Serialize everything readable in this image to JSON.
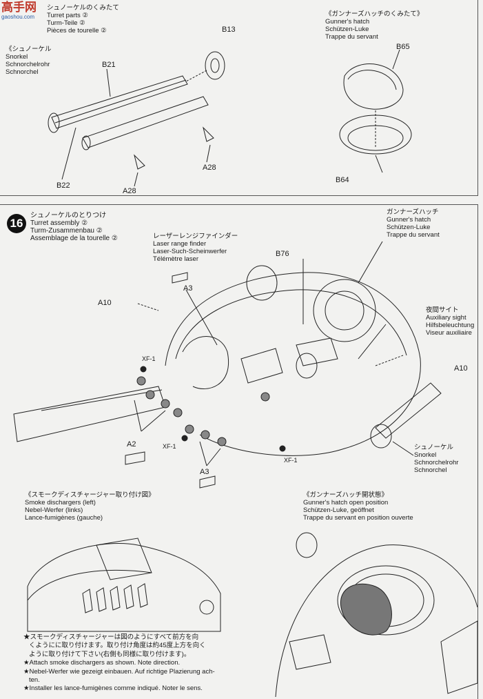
{
  "watermark": {
    "text": "高手网",
    "sub": "gaoshou.com"
  },
  "top_left": {
    "turret_heading": [
      "シュノーケルのくみたて",
      "Turret parts ②",
      "Turm-Teile ②",
      "Pièces de tourelle ②"
    ],
    "snorkel_heading": [
      "《シュノーケル",
      "Snorkel",
      "Schnorchelrohr",
      "Schnorchel"
    ],
    "parts": {
      "b13": "B13",
      "b21": "B21",
      "b22": "B22",
      "a28a": "A28",
      "a28b": "A28"
    }
  },
  "top_right": {
    "heading": [
      "《ガンナーズハッチのくみたて》",
      "Gunner's hatch",
      "Schützen-Luke",
      "Trappe du servant"
    ],
    "parts": {
      "b65": "B65",
      "b64": "B64"
    }
  },
  "step16": {
    "number": "16",
    "heading": [
      "シュノーケルのとりつけ",
      "Turret assembly ②",
      "Turm-Zusammenbau ②",
      "Assemblage de la tourelle ②"
    ],
    "laser": [
      "レーザーレンジファインダー",
      "Laser range finder",
      "Laser-Such-Scheinwerfer",
      "Télémètre laser"
    ],
    "gunner": [
      "ガンナーズハッチ",
      "Gunner's hatch",
      "Schützen-Luke",
      "Trappe du servant"
    ],
    "aux": [
      "夜間サイト",
      "Auxiliary sight",
      "Hilfsbeleuchtung",
      "Viseur auxiliaire"
    ],
    "snorkel": [
      "シュノーケル",
      "Snorkel",
      "Schnorchelrohr",
      "Schnorchel"
    ],
    "parts": {
      "b76": "B76",
      "a3a": "A3",
      "a3b": "A3",
      "a10a": "A10",
      "a10b": "A10",
      "a2": "A2",
      "xf1a": "XF-1",
      "xf1b": "XF-1",
      "xf1c": "XF-1"
    }
  },
  "bottom_left": {
    "heading": [
      "《スモークディスチャージャー取り付け図》",
      "Smoke dischargers (left)",
      "Nebel-Werfer (links)",
      "Lance-fumigènes (gauche)"
    ]
  },
  "bottom_right": {
    "heading": [
      "《ガンナーズハッチ開状態》",
      "Gunner's hatch open position",
      "Schützen-Luke, geöffnet",
      "Trappe du servant en position ouverte"
    ]
  },
  "notes": [
    "★スモークディスチャージャーは図のようにすべて前方を向",
    "くようにに取り付けます。取り付け角度は約45度上方を向く",
    "ように取り付けて下さい(右側も同様に取り付けます)。",
    "★Attach smoke dischargers as shown. Note direction.",
    "★Nebel-Werfer wie gezeigt einbauen. Auf richtige Plazierung ach-",
    "ten.",
    "★Installer les lance-fumigènes comme indiqué. Noter le sens."
  ]
}
